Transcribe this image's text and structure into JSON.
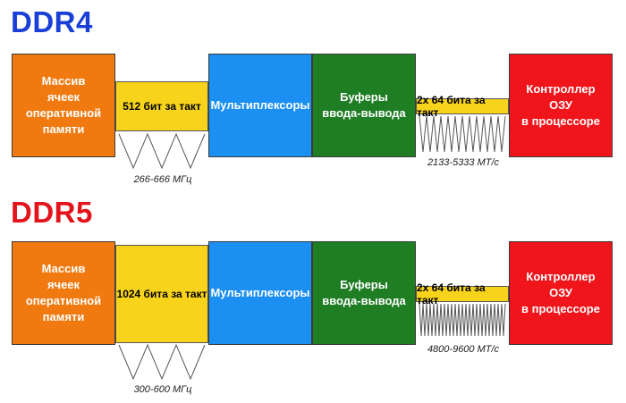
{
  "colors": {
    "ddr4_title": "#1a3fd6",
    "ddr5_title": "#e3141b",
    "memory_array": "#f07a10",
    "bus": "#f7d31c",
    "multiplexers": "#1b8ff2",
    "io_buffers": "#1f7d24",
    "controller": "#f0141b"
  },
  "ddr4": {
    "title": "DDR4",
    "memory_array": "Массив\nячеек\nоперативной\nпамяти",
    "bus_label": "512 бит за такт",
    "multiplexers": "Мультиплексоры",
    "io_buffers": "Буферы\nввода-вывода",
    "io_bus_label": "2х 64 бита за такт",
    "controller": "Контроллер\nОЗУ\nв процессоре",
    "core_clock": "266-666 МГц",
    "transfer_rate": "2133-5333 МТ/с"
  },
  "ddr5": {
    "title": "DDR5",
    "memory_array": "Массив\nячеек\nоперативной\nпамяти",
    "bus_label": "1024 бита за такт",
    "multiplexers": "Мультиплексоры",
    "io_buffers": "Буферы\nввода-вывода",
    "io_bus_label": "2х 64 бита за такт",
    "controller": "Контроллер\nОЗУ\nв процессоре",
    "core_clock": "300-600 МГц",
    "transfer_rate": "4800-9600 МТ/с"
  }
}
